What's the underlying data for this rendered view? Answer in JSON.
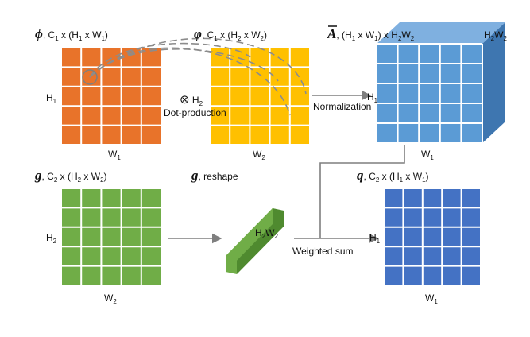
{
  "colors": {
    "orange": "#e8732a",
    "yellow": "#ffc000",
    "light_blue": "#5b9bd5",
    "light_blue_side": "#3e76b0",
    "light_blue_top": "#7fb0e0",
    "green": "#70ad47",
    "green_side": "#4f8a2f",
    "green_top": "#8cc865",
    "dark_blue": "#4472c4",
    "arrow": "#7f7f7f",
    "dash": "#8c8c8c"
  },
  "phi": {
    "symbol": "ϕ",
    "label_c": ", C",
    "label_c_sub": "1",
    "label_mid": " x (H",
    "label_mid_sub": "1",
    "label_x": " x W",
    "label_x_sub": "1",
    "label_end": ")",
    "h": "H",
    "h_sub": "1",
    "w": "W",
    "w_sub": "1"
  },
  "varphi": {
    "symbol": "φ",
    "label_c": ", C",
    "label_c_sub": "1",
    "label_mid": " x (H",
    "label_mid_sub": "2",
    "label_x": " x W",
    "label_x_sub": "2",
    "label_end": ")",
    "w": "W",
    "w_sub": "2"
  },
  "dot": {
    "symbol": "⊗",
    "h": " H",
    "h_sub": "2",
    "text": "Dot-production"
  },
  "abar": {
    "symbol": "A",
    "label_a": ",  (H",
    "label_a_sub": "1",
    "label_b": " x W",
    "label_b_sub": "1",
    "label_c": ") x H",
    "label_c_sub": "2",
    "label_d": "W",
    "label_d_sub": "2",
    "side": "H",
    "side_sub": "2",
    "side2": "W",
    "side2_sub": "2",
    "h": "H",
    "h_sub": "1",
    "w": "W",
    "w_sub": "1"
  },
  "normalization": "Normalization",
  "g": {
    "symbol": "g",
    "label_c": ", C",
    "label_c_sub": "2",
    "label_mid": " x (H",
    "label_mid_sub": "2",
    "label_x": " x W",
    "label_x_sub": "2",
    "label_end": ")",
    "h": "H",
    "h_sub": "2",
    "w": "W",
    "w_sub": "2"
  },
  "g_reshape": {
    "symbol": "g",
    "label": ", reshape",
    "bar_a": "H",
    "bar_a_sub": "2",
    "bar_b": "W",
    "bar_b_sub": "2"
  },
  "weighted_sum": "Weighted sum",
  "q": {
    "symbol": "q",
    "label_c": ", C",
    "label_c_sub": "2",
    "label_mid": " x (H",
    "label_mid_sub": "1",
    "label_x": " x W",
    "label_x_sub": "1",
    "label_end": ")",
    "h": "H",
    "h_sub": "1",
    "w": "W",
    "w_sub": "1"
  }
}
